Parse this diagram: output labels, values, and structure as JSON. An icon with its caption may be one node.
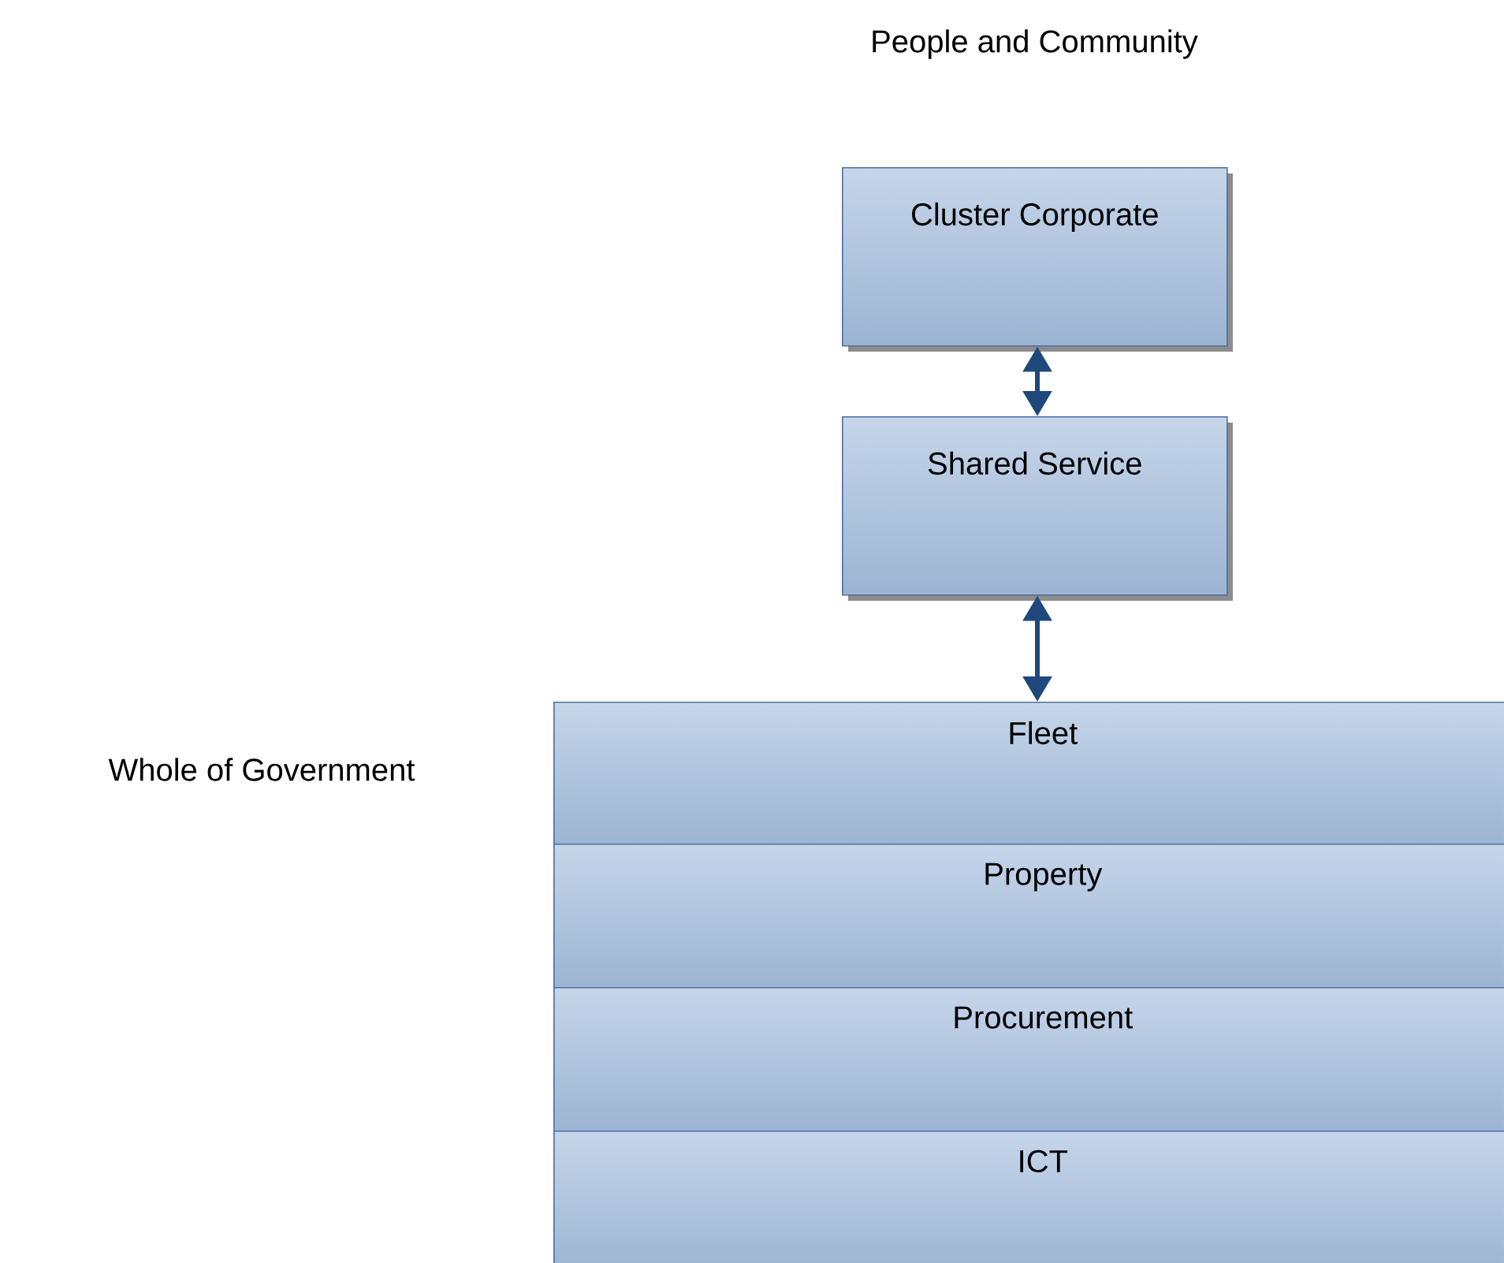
{
  "diagram": {
    "title": "People and Community",
    "nodes": [
      {
        "text": [
          "Cluster Corporate"
        ]
      },
      {
        "text": [
          "Shared Service"
        ]
      },
      {
        "text": [
          "Fleet"
        ]
      },
      {
        "text": [
          "Property"
        ]
      },
      {
        "text": [
          "Procurement"
        ]
      },
      {
        "text": [
          "ICT"
        ]
      }
    ],
    "edges": [
      {
        "from": 0,
        "to": 1,
        "arrow": "both"
      },
      {
        "from": 1,
        "to": 2,
        "arrow": "both"
      }
    ],
    "labels": [
      "Whole of Government"
    ]
  }
}
